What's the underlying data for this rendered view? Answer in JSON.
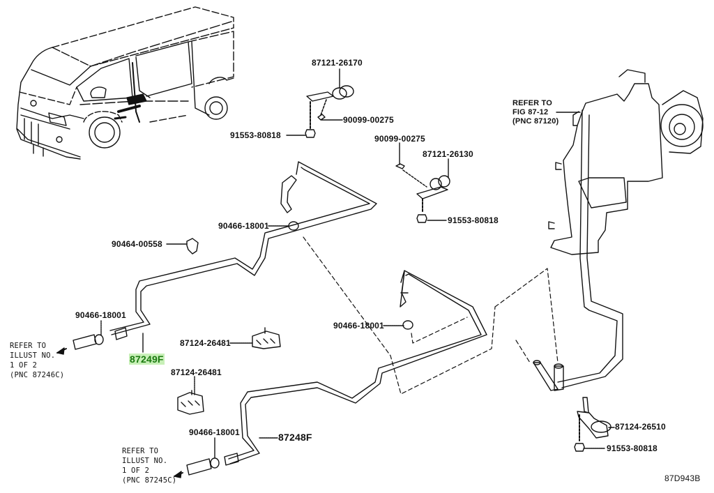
{
  "diagram": {
    "figure_code": "87D943B",
    "vehicle": "van-illustration",
    "parts": [
      {
        "id": "p1",
        "number": "87121-26170"
      },
      {
        "id": "p2",
        "number": "90099-00275"
      },
      {
        "id": "p3",
        "number": "91553-80818"
      },
      {
        "id": "p4",
        "number": "90099-00275"
      },
      {
        "id": "p5",
        "number": "87121-26130"
      },
      {
        "id": "p6",
        "number": "91553-80818"
      },
      {
        "id": "p7",
        "number": "90466-18001"
      },
      {
        "id": "p8",
        "number": "90464-00558"
      },
      {
        "id": "p9",
        "number": "90466-18001"
      },
      {
        "id": "p10",
        "number": "87249F"
      },
      {
        "id": "p11",
        "number": "87124-26481"
      },
      {
        "id": "p12",
        "number": "87124-26481"
      },
      {
        "id": "p13",
        "number": "90466-18001"
      },
      {
        "id": "p14",
        "number": "90466-18001"
      },
      {
        "id": "p15",
        "number": "87248F"
      },
      {
        "id": "p16",
        "number": "87124-26510"
      },
      {
        "id": "p17",
        "number": "91553-80818"
      }
    ],
    "references": [
      {
        "id": "r1",
        "lines": "REFER TO\nFIG 87-12\n(PNC 87120)"
      },
      {
        "id": "r2",
        "lines": "REFER TO\nILLUST NO.\n1 OF 2\n(PNC 87246C)"
      },
      {
        "id": "r3",
        "lines": "REFER TO\nILLUST NO.\n1 OF 2\n(PNC 87245C)"
      }
    ],
    "highlight_color": "#1b7a10"
  }
}
